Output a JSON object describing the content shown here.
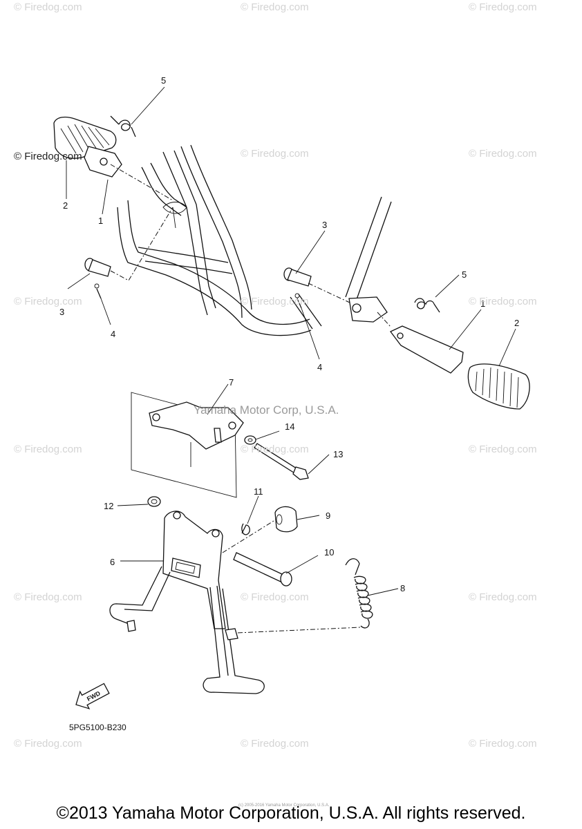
{
  "watermarks": [
    {
      "text": "© Firedog.com"
    },
    {
      "text": "© Firedog.com"
    },
    {
      "text": "© Firedog.com"
    },
    {
      "text": "© Firedog.com"
    },
    {
      "text": "© Firedog.com"
    },
    {
      "text": "© Firedog.com"
    },
    {
      "text": "© Firedog.com"
    },
    {
      "text": "© Firedog.com"
    },
    {
      "text": "© Firedog.com"
    },
    {
      "text": "© Firedog.com"
    },
    {
      "text": "© Firedog.com"
    },
    {
      "text": "© Firedog.com"
    },
    {
      "text": "© Firedog.com"
    },
    {
      "text": "© Firedog.com"
    },
    {
      "text": "© Firedog.com"
    },
    {
      "text": "© Firedog.com"
    },
    {
      "text": "© Firedog.com"
    },
    {
      "text": "© Firedog.com"
    }
  ],
  "center_watermark": "Yamaha Motor Corp, U.S.A.",
  "fwd_label": "FWD",
  "part_code": "5PG5100-B230",
  "tiny_copyright": "(c) 2005-2016 Yamaha Motor Corporation, U.S.A.",
  "copyright": "©2013 Yamaha Motor Corporation, U.S.A. All rights reserved.",
  "callouts": [
    "5",
    "2",
    "1",
    "3",
    "4",
    "3",
    "4",
    "5",
    "1",
    "2",
    "7",
    "14",
    "13",
    "12",
    "11",
    "9",
    "6",
    "10",
    "8"
  ]
}
